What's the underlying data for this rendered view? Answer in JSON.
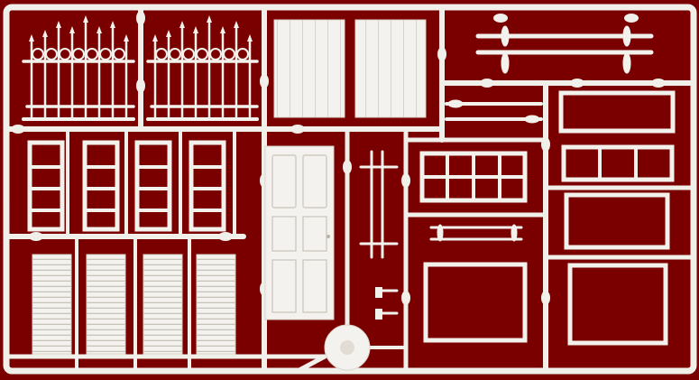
{
  "photo": {
    "subject": "plastic-model-sprue-sheet",
    "background_color": "#7a0000",
    "plastic_color": "#f1efea",
    "plastic_shadow": "#cfcac1"
  },
  "parts": {
    "fence_panels": 2,
    "plank_shutters": 2,
    "framed_window_frames": 4,
    "louvered_shutters": 4,
    "panel_door": 1,
    "multi_pane_windows": 2,
    "plain_frames": 4,
    "railing_bars": 3
  },
  "molded_marks": {
    "round_tag_logo": "logo"
  }
}
